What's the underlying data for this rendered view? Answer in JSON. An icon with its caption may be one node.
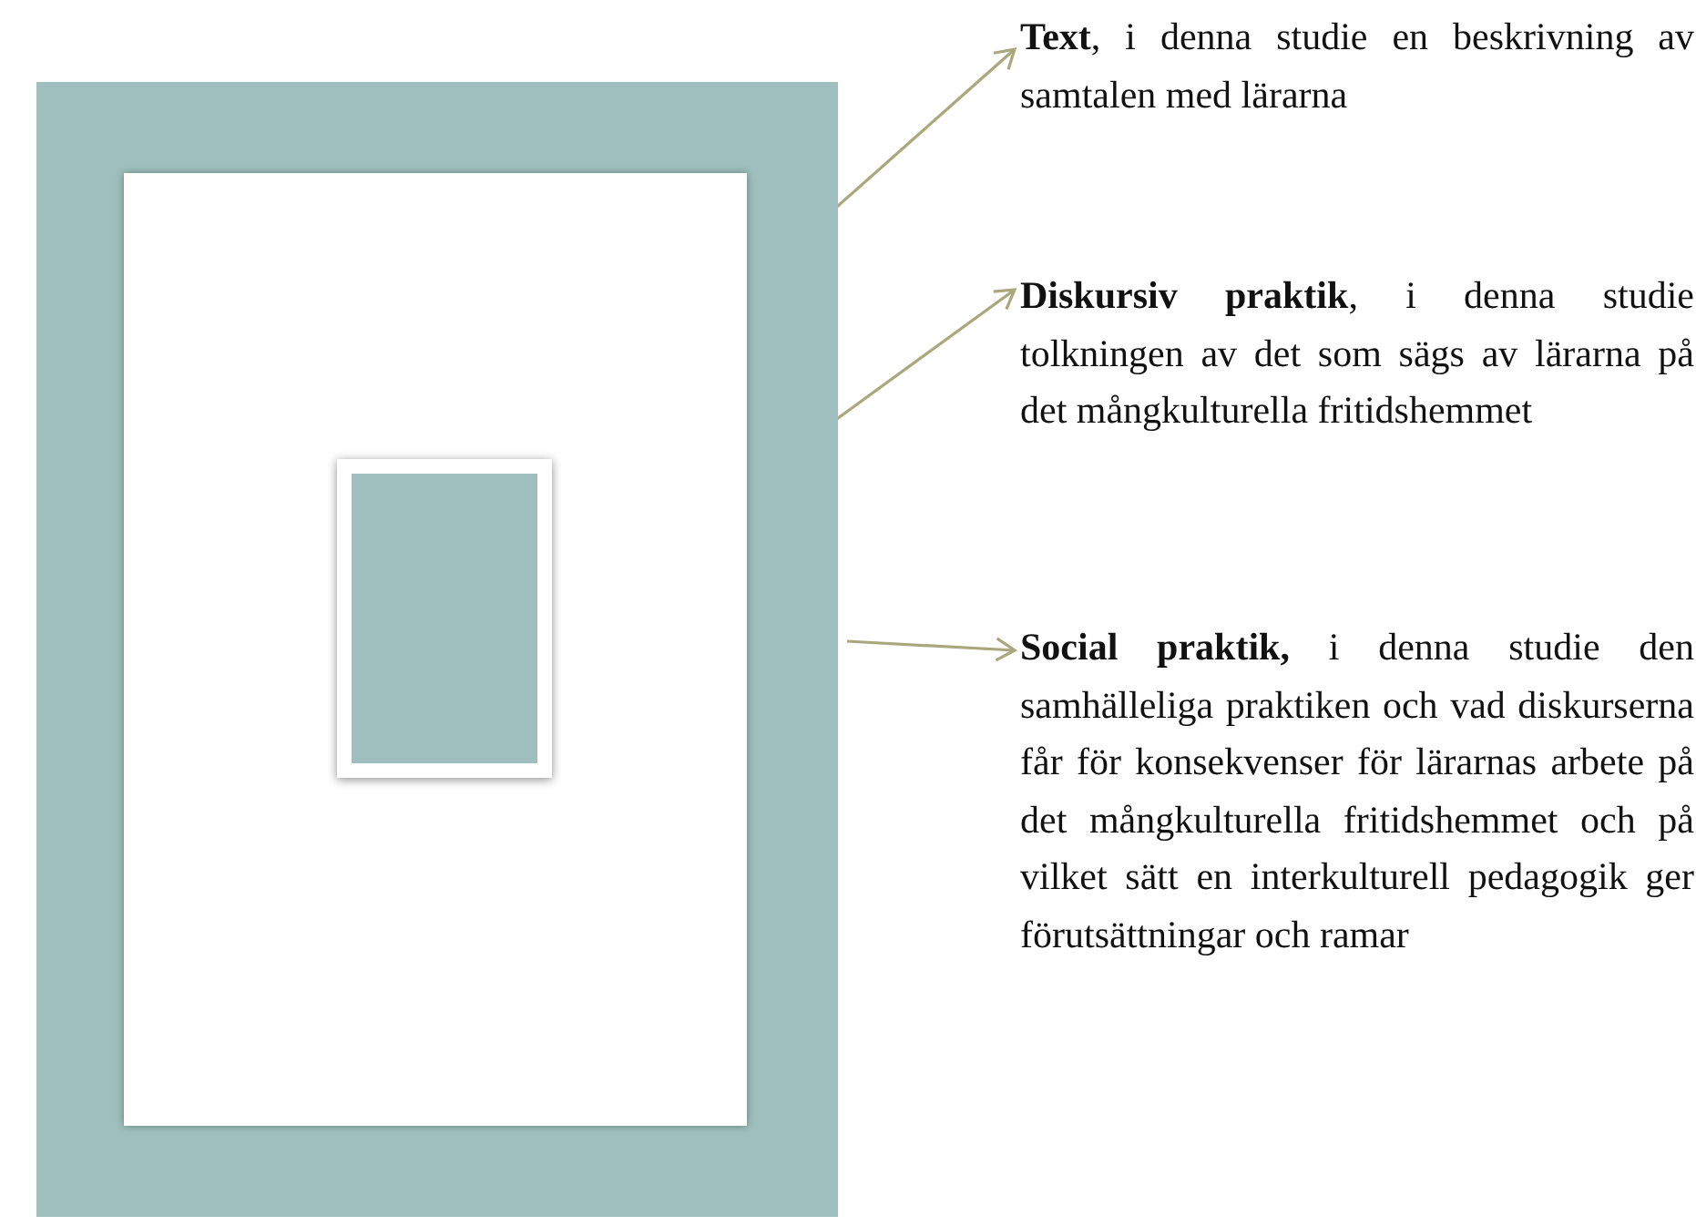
{
  "diagram": {
    "nodes": [
      {
        "text": [],
        "shape": "box"
      },
      {
        "text": [],
        "shape": "box",
        "in": 0
      },
      {
        "text": [],
        "shape": "box",
        "in": 1
      },
      {
        "text": [
          "**Text**, i denna studie en beskrivning av samtalen med lärarna"
        ]
      },
      {
        "text": [
          "**Diskursiv praktik**, i denna studie tolkningen av det som sägs av lärarna på det mångkulturella fritidshemmet"
        ]
      },
      {
        "text": [
          "**Social praktik,** i denna studie den samhälleliga praktiken och vad diskurserna får för konsekvenser för lärarnas arbete på det mångkulturella fritidshemmet och på vilket sätt en interkulturell pedagogik ger förutsättningar och ramar"
        ]
      }
    ],
    "edges": [
      {
        "from": 2,
        "to": 3,
        "arrow": "to"
      },
      {
        "from": 0,
        "to": 4,
        "arrow": "to"
      },
      {
        "from": 0,
        "to": 5,
        "arrow": "to"
      }
    ]
  }
}
